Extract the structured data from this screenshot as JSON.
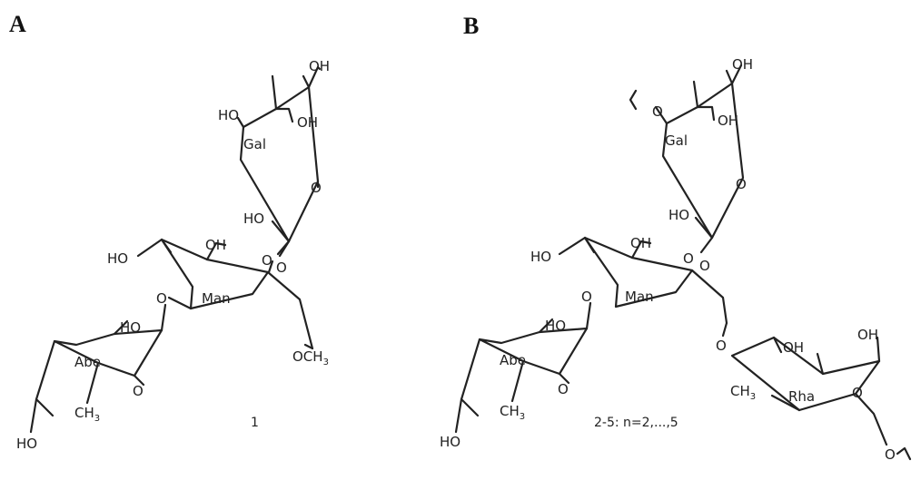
{
  "panels": {
    "a": {
      "letter": "A",
      "caption": "1"
    },
    "b": {
      "letter": "B",
      "caption": "2-5: n=2,...,5"
    }
  },
  "residues": {
    "gal": "Gal",
    "man": "Man",
    "abe": "Abe",
    "rha": "Rha"
  },
  "atoms": {
    "oh": "OH",
    "ho": "HO",
    "o": "O",
    "och3": "OCH",
    "ch3": "CH",
    "sub3": "3"
  },
  "colors": {
    "ink": "#222222",
    "background": "#ffffff"
  }
}
